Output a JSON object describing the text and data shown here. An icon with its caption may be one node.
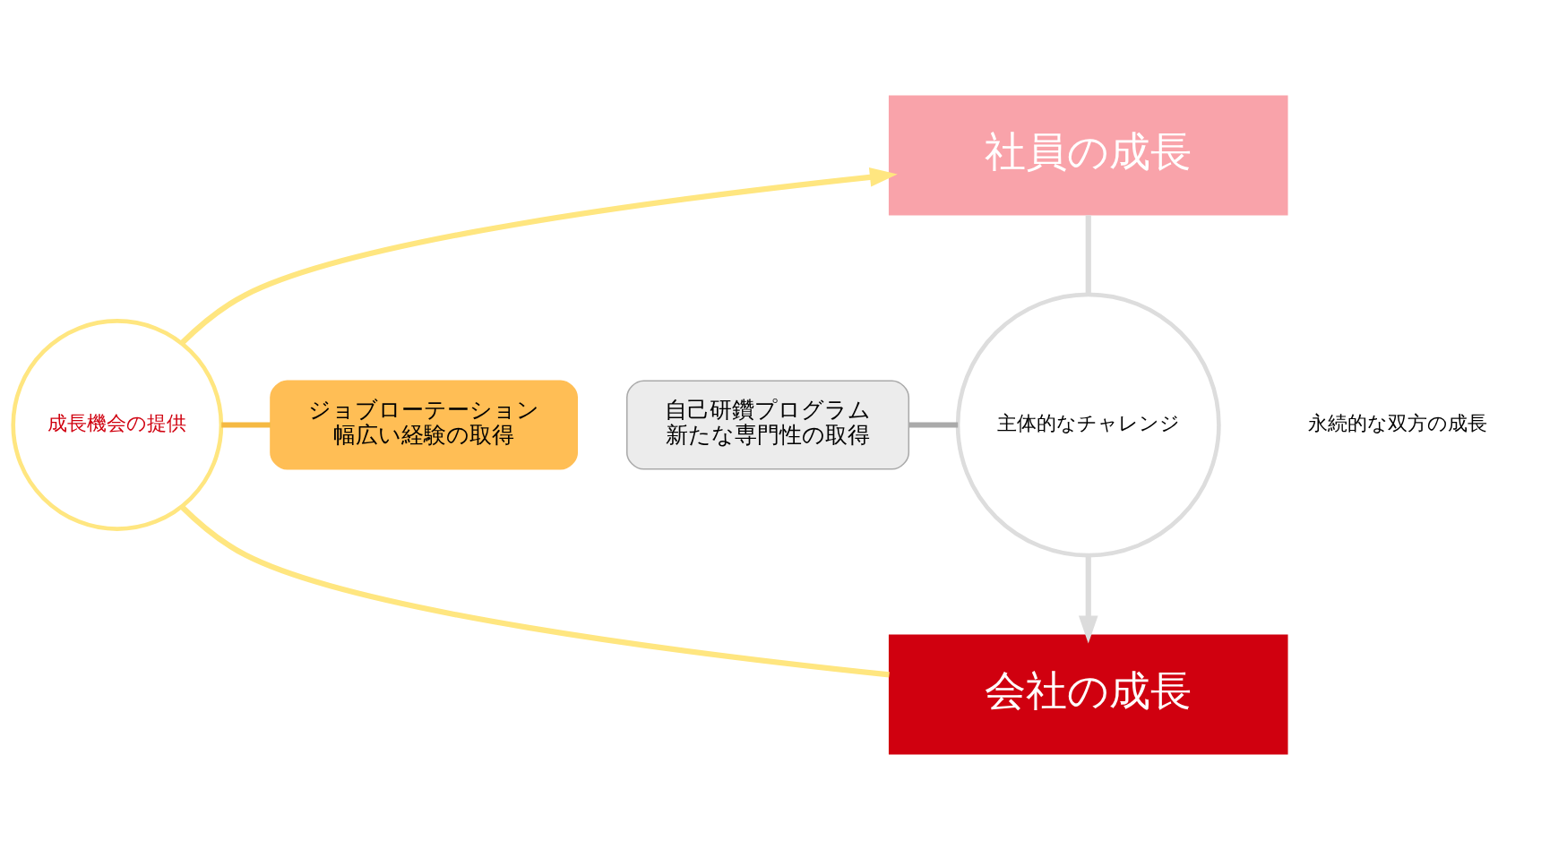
{
  "diagram": {
    "nodes": [
      {
        "text": [
          "社員の成長"
        ]
      },
      {
        "text": [
          "主体的なチャレンジ"
        ]
      },
      {
        "text": [
          "永続的な双方の成長"
        ]
      },
      {
        "text": [
          "成長機会の提供"
        ]
      },
      {
        "text": [
          "会社の成長"
        ]
      },
      {
        "text": [
          "自己研鑽プログラム",
          "新たな専門性の取得"
        ]
      },
      {
        "text": [
          "ジョブローテーション",
          "幅広い経験の取得"
        ]
      }
    ],
    "edges": [
      {
        "from": 0,
        "to": 1,
        "arrow": "none",
        "color": "#dcdcdc"
      },
      {
        "from": 1,
        "to": 4,
        "arrow": "to",
        "color": "#dcdcdc"
      },
      {
        "from": 4,
        "to": 3,
        "arrow": "none",
        "color": "#ffe680"
      },
      {
        "from": 3,
        "to": 0,
        "arrow": "to",
        "color": "#ffe680"
      },
      {
        "from": 5,
        "to": 1,
        "arrow": "none",
        "color": "#aaaaaa"
      },
      {
        "from": 3,
        "to": 6,
        "arrow": "none",
        "color": "#f5b942"
      }
    ]
  }
}
